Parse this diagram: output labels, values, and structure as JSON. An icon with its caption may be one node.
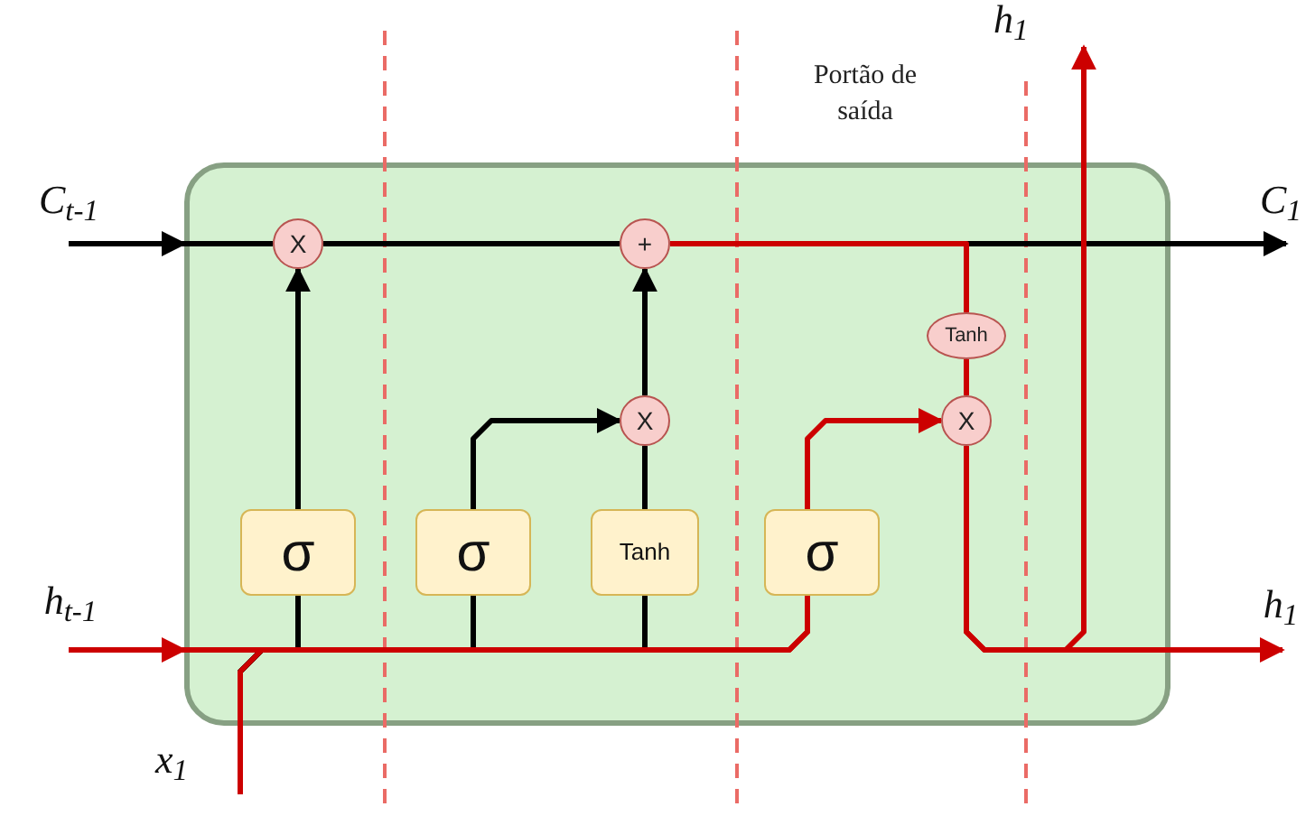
{
  "diagram": {
    "nodes": [
      {
        "text": [],
        "shape": "box"
      },
      {
        "text": [
          "X"
        ],
        "in": 0
      },
      {
        "text": [
          "+"
        ],
        "in": 0
      },
      {
        "text": [
          "Tanh"
        ],
        "in": 0
      },
      {
        "text": [
          "X"
        ],
        "in": 0
      },
      {
        "text": [
          "X"
        ],
        "in": 0
      },
      {
        "text": [
          "σ"
        ],
        "in": 0
      },
      {
        "text": [
          "σ"
        ],
        "in": 0
      },
      {
        "text": [
          "Tanh"
        ],
        "in": 0
      },
      {
        "text": [
          "σ"
        ],
        "in": 0
      },
      {
        "text": [
          "C$_{t-1}$"
        ]
      },
      {
        "text": [
          "C$_{1}$"
        ]
      },
      {
        "text": [
          "h$_{1}$"
        ]
      },
      {
        "text": [
          "h$_{t-1}$"
        ]
      },
      {
        "text": [
          "h$_{1}$"
        ]
      },
      {
        "text": [
          "x$_{1}$"
        ]
      }
    ],
    "edges": [
      {
        "from": 10,
        "to": 0,
        "arrow": "to"
      },
      {
        "from": 0,
        "to": 1,
        "arrow": "none"
      },
      {
        "from": 1,
        "to": 2,
        "arrow": "none"
      },
      {
        "from": 2,
        "to": 11,
        "arrow": "to"
      },
      {
        "from": 6,
        "to": 1,
        "arrow": "to"
      },
      {
        "from": 7,
        "to": 4,
        "arrow": "to"
      },
      {
        "from": 8,
        "to": 4,
        "arrow": "none"
      },
      {
        "from": 4,
        "to": 2,
        "arrow": "to"
      },
      {
        "from": 2,
        "to": 3,
        "arrow": "none",
        "color": "#cc0000"
      },
      {
        "from": 3,
        "to": 5,
        "arrow": "none",
        "color": "#cc0000"
      },
      {
        "from": 13,
        "to": 0,
        "arrow": "to",
        "color": "#cc0000"
      },
      {
        "from": 0,
        "to": 9,
        "arrow": "none",
        "color": "#cc0000"
      },
      {
        "from": 15,
        "to": 6,
        "arrow": "none"
      },
      {
        "from": 15,
        "to": 7,
        "arrow": "none"
      },
      {
        "from": 15,
        "to": 8,
        "arrow": "none"
      },
      {
        "from": 15,
        "to": 9,
        "arrow": "none",
        "color": "#cc0000"
      },
      {
        "from": 9,
        "to": 5,
        "arrow": "to",
        "color": "#cc0000"
      },
      {
        "from": 5,
        "to": 14,
        "arrow": "to",
        "color": "#cc0000"
      },
      {
        "from": 5,
        "to": 12,
        "arrow": "to",
        "color": "#cc0000"
      }
    ],
    "labels": [
      "Portão de saída"
    ]
  }
}
